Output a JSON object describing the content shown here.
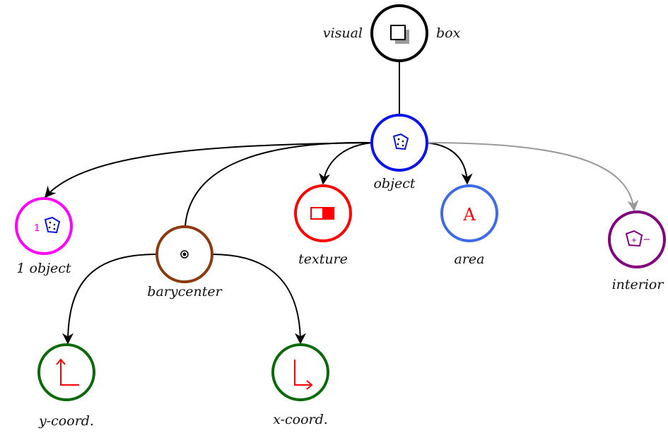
{
  "nodes": {
    "visual_box": {
      "label_left": "visual",
      "label_right": "box",
      "ring_color": "#000000",
      "icon": "square-shadow-icon"
    },
    "object": {
      "label": "object",
      "ring_color": "#0a14e6",
      "icon": "dotted-pentagon-icon"
    },
    "one_object": {
      "label": "1 object",
      "ring_color": "#ff00ff",
      "icon": "count-pentagon-icon",
      "icon_text": "1"
    },
    "barycenter": {
      "label": "barycenter",
      "ring_color": "#8b3a0e",
      "icon": "point-target-icon"
    },
    "texture": {
      "label": "texture",
      "ring_color": "#ff0000",
      "icon": "half-filled-rect-icon"
    },
    "area": {
      "label": "area",
      "ring_color": "#3f6ae8",
      "icon": "letter-a-icon",
      "icon_text": "A"
    },
    "interior": {
      "label": "interior",
      "ring_color": "#800080",
      "icon": "pentagon-plus-minus-icon",
      "icon_text_plus": "+",
      "icon_text_minus": "−"
    },
    "y_coord": {
      "label": "y-coord.",
      "ring_color": "#0a6a0a",
      "icon": "up-arrow-axis-icon"
    },
    "x_coord": {
      "label": "x-coord.",
      "ring_color": "#0a6a0a",
      "icon": "right-arrow-axis-icon"
    }
  },
  "edge_colors": {
    "default": "#000000",
    "interior": "#999999"
  },
  "icon_color": "#ff0000"
}
